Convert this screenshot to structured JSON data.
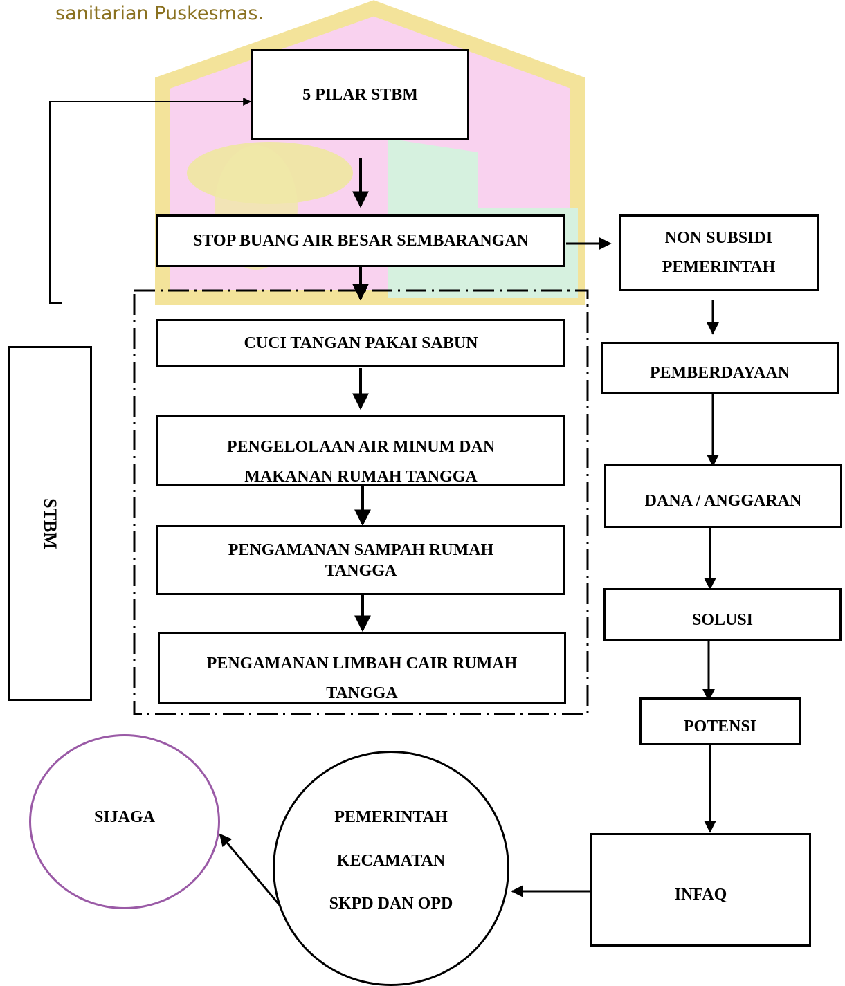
{
  "intro_text": "sanitarian Puskesmas.",
  "diagram": {
    "top": "5 PILAR STBM",
    "stop_bab": "STOP BUANG AIR BESAR SEMBARANGAN",
    "pillars": {
      "ctps": "CUCI TANGAN PAKAI SABUN",
      "air_minum_line1": "PENGELOLAAN AIR MINUM DAN",
      "air_minum_line2": "MAKANAN RUMAH TANGGA",
      "sampah_line1": "PENGAMANAN SAMPAH RUMAH",
      "sampah_line2": "TANGGA",
      "limbah_line1": "PENGAMANAN LIMBAH CAIR RUMAH",
      "limbah_line2": "TANGGA"
    },
    "stbm_vertical": "STBM",
    "right": {
      "non_subsidi_line1": "NON SUBSIDI",
      "non_subsidi_line2": "PEMERINTAH",
      "pemberdayaan": "PEMBERDAYAAN",
      "dana": "DANA / ANGGARAN",
      "solusi": "SOLUSI",
      "potensi": "POTENSI",
      "infaq": "INFAQ"
    },
    "pemerintah": {
      "line1": "PEMERINTAH",
      "line2": "KECAMATAN",
      "line3": "SKPD DAN OPD"
    },
    "sijaga": "SIJAGA"
  },
  "colors": {
    "sijaga_border": "#9a5aa6",
    "intro_text": "#8a7120"
  }
}
